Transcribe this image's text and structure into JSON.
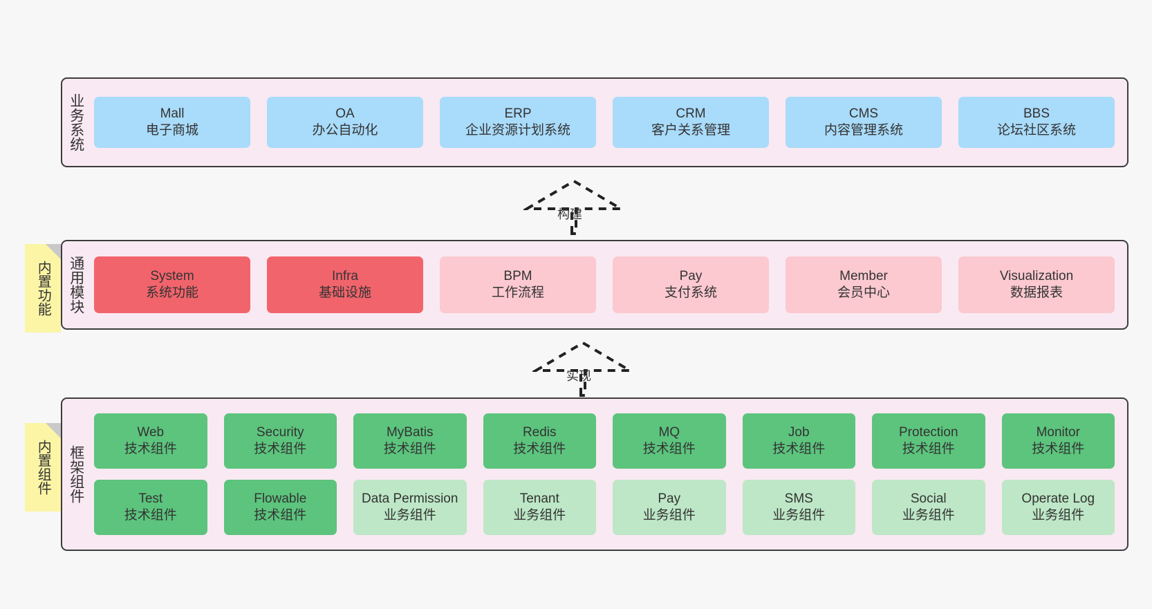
{
  "page": {
    "background": "#f7f7f7",
    "container_bg": "#f9e9f2",
    "container_border": "#3c3c3c"
  },
  "sections": [
    {
      "id": "business-system",
      "title": "业务系统",
      "rows": [
        {
          "cards": [
            {
              "name": "Mall",
              "sub": "电子商城",
              "color": "#a9dbfa",
              "style": "blue"
            },
            {
              "name": "OA",
              "sub": "办公自动化",
              "color": "#a9dbfa",
              "style": "blue"
            },
            {
              "name": "ERP",
              "sub": "企业资源计划系统",
              "color": "#a9dbfa",
              "style": "blue"
            },
            {
              "name": "CRM",
              "sub": "客户关系管理",
              "color": "#a9dbfa",
              "style": "blue"
            },
            {
              "name": "CMS",
              "sub": "内容管理系统",
              "color": "#a9dbfa",
              "style": "blue"
            },
            {
              "name": "BBS",
              "sub": "论坛社区系统",
              "color": "#a9dbfa",
              "style": "blue"
            }
          ]
        }
      ]
    },
    {
      "id": "common-module",
      "title": "通用模块",
      "sticky": "内置功能",
      "rows": [
        {
          "cards": [
            {
              "name": "System",
              "sub": "系统功能",
              "color": "#f2646c",
              "style": "red"
            },
            {
              "name": "Infra",
              "sub": "基础设施",
              "color": "#f2646c",
              "style": "red"
            },
            {
              "name": "BPM",
              "sub": "工作流程",
              "color": "#fbc9cf",
              "style": "pink"
            },
            {
              "name": "Pay",
              "sub": "支付系统",
              "color": "#fbc9cf",
              "style": "pink"
            },
            {
              "name": "Member",
              "sub": "会员中心",
              "color": "#fbc9cf",
              "style": "pink"
            },
            {
              "name": "Visualization",
              "sub": "数据报表",
              "color": "#fbc9cf",
              "style": "pink"
            }
          ]
        }
      ]
    },
    {
      "id": "framework-component",
      "title": "框架组件",
      "sticky": "内置组件",
      "rows": [
        {
          "cards": [
            {
              "name": "Web",
              "sub": "技术组件",
              "color": "#5cc47d",
              "style": "green"
            },
            {
              "name": "Security",
              "sub": "技术组件",
              "color": "#5cc47d",
              "style": "green"
            },
            {
              "name": "MyBatis",
              "sub": "技术组件",
              "color": "#5cc47d",
              "style": "green"
            },
            {
              "name": "Redis",
              "sub": "技术组件",
              "color": "#5cc47d",
              "style": "green"
            },
            {
              "name": "MQ",
              "sub": "技术组件",
              "color": "#5cc47d",
              "style": "green"
            },
            {
              "name": "Job",
              "sub": "技术组件",
              "color": "#5cc47d",
              "style": "green"
            },
            {
              "name": "Protection",
              "sub": "技术组件",
              "color": "#5cc47d",
              "style": "green"
            },
            {
              "name": "Monitor",
              "sub": "技术组件",
              "color": "#5cc47d",
              "style": "green"
            }
          ]
        },
        {
          "cards": [
            {
              "name": "Test",
              "sub": "技术组件",
              "color": "#5cc47d",
              "style": "green"
            },
            {
              "name": "Flowable",
              "sub": "技术组件",
              "color": "#5cc47d",
              "style": "green"
            },
            {
              "name": "Data Permission",
              "sub": "业务组件",
              "color": "#bde7c6",
              "style": "lgreen"
            },
            {
              "name": "Tenant",
              "sub": "业务组件",
              "color": "#bde7c6",
              "style": "lgreen"
            },
            {
              "name": "Pay",
              "sub": "业务组件",
              "color": "#bde7c6",
              "style": "lgreen"
            },
            {
              "name": "SMS",
              "sub": "业务组件",
              "color": "#bde7c6",
              "style": "lgreen"
            },
            {
              "name": "Social",
              "sub": "业务组件",
              "color": "#bde7c6",
              "style": "lgreen"
            },
            {
              "name": "Operate Log",
              "sub": "业务组件",
              "color": "#bde7c6",
              "style": "lgreen"
            }
          ]
        }
      ]
    }
  ],
  "arrows": [
    {
      "id": "build",
      "label": "构建"
    },
    {
      "id": "implement",
      "label": "实现"
    }
  ]
}
